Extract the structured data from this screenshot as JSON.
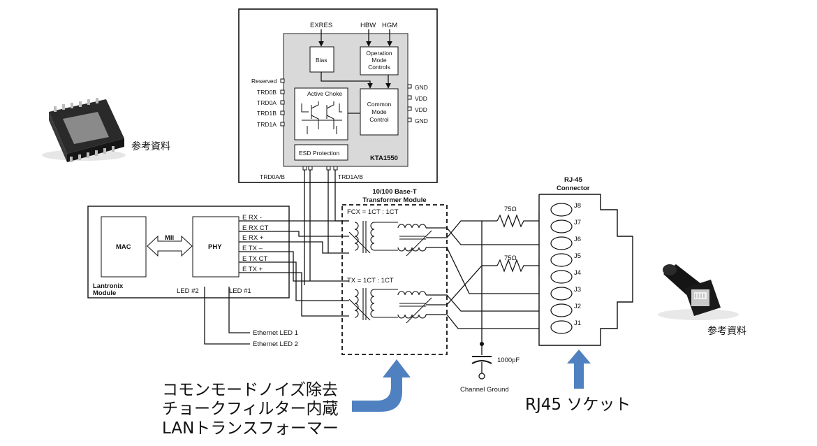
{
  "kta": {
    "name": "KTA1550",
    "inputs_top": [
      "EXRES",
      "HBW",
      "HGM"
    ],
    "bias": "Bias",
    "opmode": [
      "Operation",
      "Mode",
      "Controls"
    ],
    "choke": "Active Choke",
    "cmc": [
      "Common",
      "Mode",
      "Control"
    ],
    "esd": "ESD Protection",
    "left_pins": [
      "Reserved",
      "TRD0B",
      "TRD0A",
      "TRD1B",
      "TRD1A"
    ],
    "right_pins": [
      "GND",
      "VDD",
      "VDD",
      "GND"
    ],
    "bottom_left": "TRD0A/B",
    "bottom_right": "TRD1A/B"
  },
  "lantronix": {
    "mac": "MAC",
    "mii": "MII",
    "phy": "PHY",
    "module_label": [
      "Lantronix",
      "Module"
    ],
    "signals": [
      "E RX -",
      "E RX CT",
      "E RX +",
      "E TX –",
      "E TX CT",
      "E TX +"
    ],
    "leds": [
      "LED #2",
      "LED #1"
    ],
    "led_outputs": [
      "Ethernet LED 1",
      "Ethernet LED 2"
    ]
  },
  "transformer": {
    "title": [
      "10/100 Base-T",
      "Transformer Module"
    ],
    "fcx": "FCX = 1CT : 1CT",
    "tx": "TX = 1CT : 1CT"
  },
  "resistors": [
    "75Ω",
    "75Ω"
  ],
  "capacitor": "1000pF",
  "ground": "Channel Ground",
  "rj45": {
    "title": [
      "RJ-45",
      "Connector"
    ],
    "pins": [
      "J8",
      "J7",
      "J6",
      "J5",
      "J4",
      "J3",
      "J2",
      "J1"
    ]
  },
  "reference_labels": [
    "参考資料",
    "参考資料"
  ],
  "callouts": {
    "choke_lines": [
      "コモンモードノイズ除去",
      "チョークフィルター内蔵",
      "LANトランスフォーマー"
    ],
    "socket": "RJ45 ソケット"
  },
  "colors": {
    "arrow": "#4f81c0",
    "ic_fill": "#d9d9d9",
    "line": "#111111"
  }
}
